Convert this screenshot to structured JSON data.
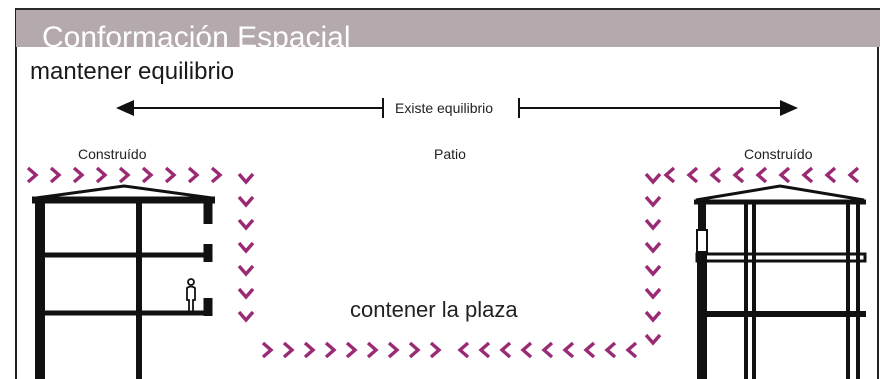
{
  "title": "Conformación Espacial",
  "subtitle": "mantener equilibrio",
  "balance_label": "Existe equilibrio",
  "left_label": "Construído",
  "center_label": "Patio",
  "right_label": "Construído",
  "plaza_label": "contener la plaza",
  "colors": {
    "accent": "#9b2a74",
    "title_bg": "#b4a9ac",
    "structure": "#111111"
  },
  "icons": {
    "chevron_right": "chevron-right-icon",
    "chevron_left": "chevron-left-icon",
    "chevron_down": "chevron-down-icon",
    "arrow": "double-arrow-icon",
    "person": "person-icon"
  }
}
